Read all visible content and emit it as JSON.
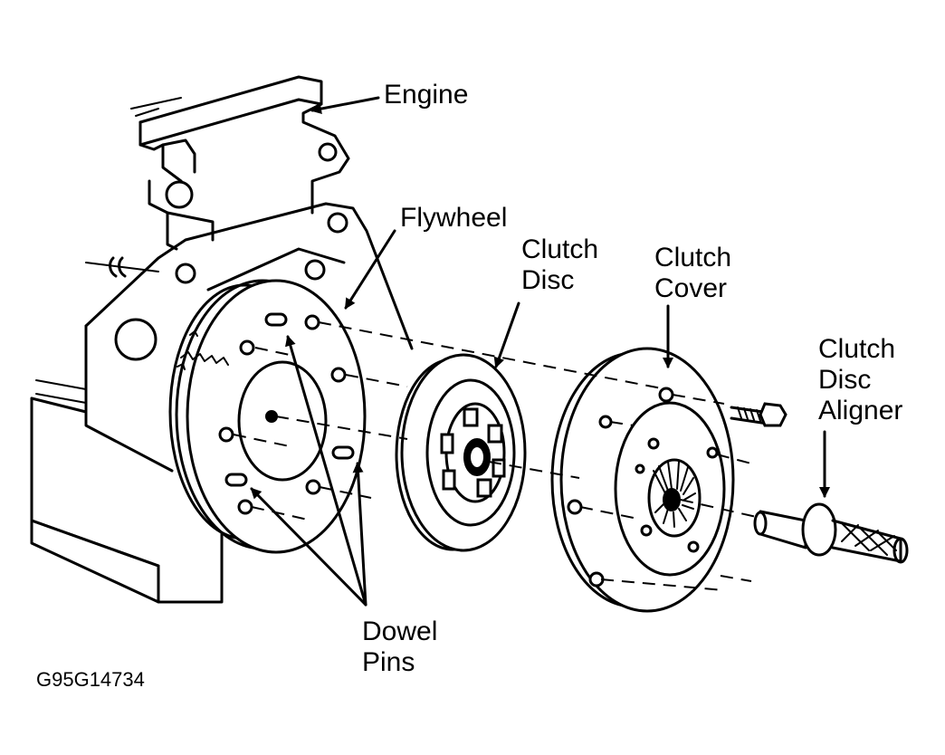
{
  "labels": {
    "engine": "Engine",
    "flywheel": "Flywheel",
    "clutch_disc": [
      "Clutch",
      "Disc"
    ],
    "clutch_cover": [
      "Clutch",
      "Cover"
    ],
    "clutch_disc_aligner": [
      "Clutch",
      "Disc",
      "Aligner"
    ],
    "dowel_pins": [
      "Dowel",
      "Pins"
    ]
  },
  "figure_code": "G95G14734",
  "colors": {
    "ink": "#000000",
    "paper": "#ffffff"
  }
}
